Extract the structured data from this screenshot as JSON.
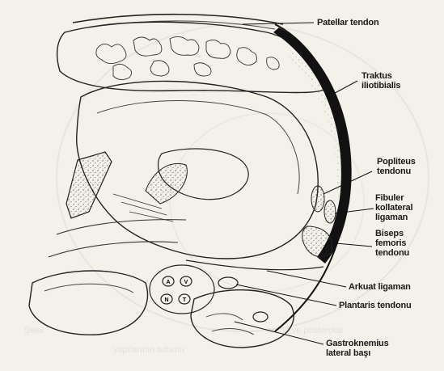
{
  "figure": {
    "labels": [
      {
        "id": "patellar-tendon",
        "lines": [
          "Patellar tendon"
        ]
      },
      {
        "id": "traktus-iliotibialis",
        "lines": [
          "Traktus",
          "iliotibialis"
        ]
      },
      {
        "id": "popliteus-tendonu",
        "lines": [
          "Popliteus",
          "tendonu"
        ]
      },
      {
        "id": "fibuler-kollateral-ligaman",
        "lines": [
          "Fibuler",
          "kollateral",
          "ligaman"
        ]
      },
      {
        "id": "biseps-femoris-tendonu",
        "lines": [
          "Biseps",
          "femoris",
          "tendonu"
        ]
      },
      {
        "id": "arkuat-ligaman",
        "lines": [
          "Arkuat ligaman"
        ]
      },
      {
        "id": "plantaris-tendonu",
        "lines": [
          "Plantaris tendonu"
        ]
      },
      {
        "id": "gastroknemius-lateral-basi",
        "lines": [
          "Gastroknemius",
          "lateral başı"
        ]
      }
    ],
    "inner_marks": [
      "A",
      "V",
      "N",
      "T"
    ],
    "bleed_through_text": [
      "Şekil",
      "ratind ve posterolat",
      "yapılarının tutumu"
    ]
  }
}
